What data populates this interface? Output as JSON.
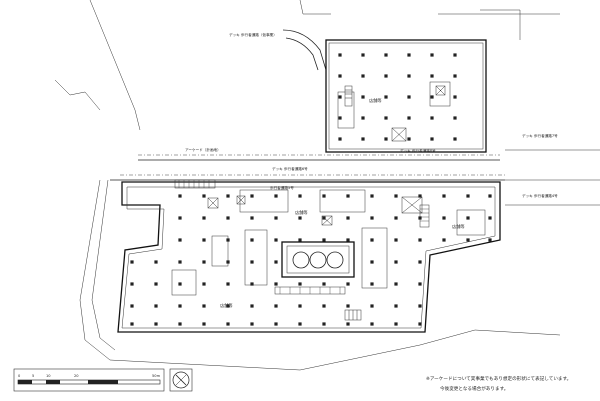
{
  "labels": {
    "deck_upper": "デッキ 歩行者通路（仮事業）",
    "shop_north": "店舗等",
    "deck_n8": "デッキ 歩行者通路8号",
    "deck_n7": "デッキ 歩行者通路7号",
    "arcade": "アーケード（計画地）",
    "deck_n6": "デッキ 歩行者通路6号",
    "walkway_n5": "歩行者通路5号",
    "deck_n4": "デッキ 歩行者通路4号",
    "shop_center": "店舗等",
    "shop_east": "店舗等",
    "shop_west": "店舗等"
  },
  "scale": {
    "ticks": [
      "0",
      "5",
      "10",
      "20",
      "50m"
    ]
  },
  "notes": {
    "line1": "※アーケードについて実事業でもあり想定の形状にて表記しています。",
    "line2": "今後変更となる場合があります。"
  },
  "icons": [
    "north-arrow-icon",
    "escalator-icon",
    "elevator-icon",
    "stair-icon"
  ]
}
